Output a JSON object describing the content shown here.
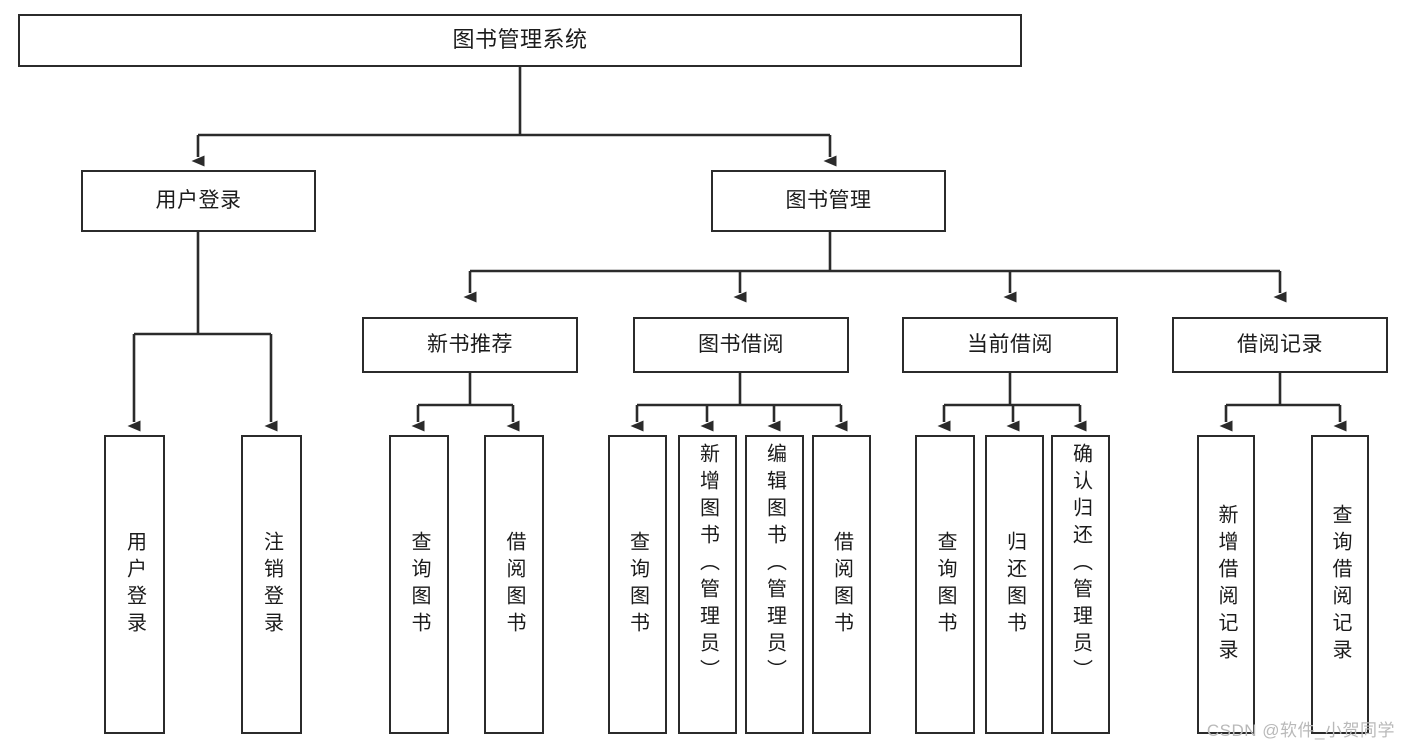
{
  "diagram": {
    "title": "图书管理系统",
    "type": "tree-hierarchy",
    "watermark": "CSDN @软件_小贺同学",
    "colors": {
      "box_border": "#2b2b2b",
      "box_fill": "#ffffff",
      "connector": "#2b2b2b",
      "text": "#1b1b1b",
      "watermark": "#b9b9b9",
      "background": "#ffffff"
    },
    "nodes": {
      "root": {
        "label": "图书管理系统"
      },
      "level2": [
        {
          "id": "user-login",
          "label": "用户登录"
        },
        {
          "id": "book-management",
          "label": "图书管理"
        }
      ],
      "level3": [
        {
          "id": "new-book-recommend",
          "label": "新书推荐"
        },
        {
          "id": "book-borrow",
          "label": "图书借阅"
        },
        {
          "id": "current-borrow",
          "label": "当前借阅"
        },
        {
          "id": "borrow-record",
          "label": "借阅记录"
        }
      ],
      "leaves": {
        "user_login": [
          {
            "id": "leaf-user-login",
            "label": "用户登录"
          },
          {
            "id": "leaf-logout",
            "label": "注销登录"
          }
        ],
        "new_book_recommend": [
          {
            "id": "leaf-query-book-1",
            "label": "查询图书"
          },
          {
            "id": "leaf-borrow-book-1",
            "label": "借阅图书"
          }
        ],
        "book_borrow": [
          {
            "id": "leaf-query-book-2",
            "label": "查询图书"
          },
          {
            "id": "leaf-add-book",
            "label": "新增图书（管理员）"
          },
          {
            "id": "leaf-edit-book",
            "label": "编辑图书（管理员）"
          },
          {
            "id": "leaf-borrow-book-2",
            "label": "借阅图书"
          }
        ],
        "current_borrow": [
          {
            "id": "leaf-query-book-3",
            "label": "查询图书"
          },
          {
            "id": "leaf-return-book",
            "label": "归还图书"
          },
          {
            "id": "leaf-confirm-return",
            "label": "确认归还（管理员）"
          }
        ],
        "borrow_record": [
          {
            "id": "leaf-add-record",
            "label": "新增借阅记录"
          },
          {
            "id": "leaf-query-record",
            "label": "查询借阅记录"
          }
        ]
      }
    }
  }
}
